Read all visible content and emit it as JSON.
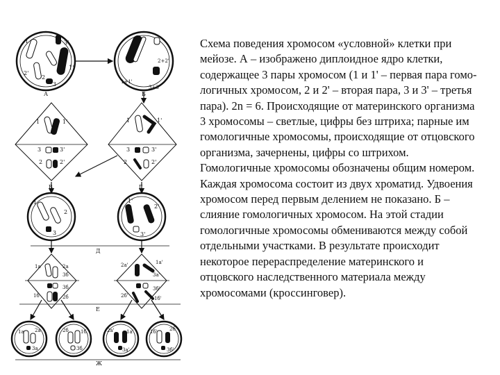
{
  "caption": "Схема поведения хромосом «условной» клетки при мейозе. А – изображено диплоидное ядро клетки, содержащее 3 пары хромосом (1 и 1' – первая пара гомо-логичных хромосом, 2 и 2' – вторая пара, 3 и 3' – третья пара). 2n = 6. Происходящие от материнского организма 3 хромосомы – светлые, цифры без штриха; парные им гомологичные хромосомы, происходящие от отцовского организма, зачернены, цифры со штрихом. Гомологичные хромосомы обозначены общим номером. Каждая хромосома состоит из двух хроматид. Удвоения хромосом перед первым делением не показано. Б – слияние гомологичных хромосом. На этой стадии гомологичные хромосомы обмениваются между собой отдельными участками. В результате происходит некоторое перераспределение материнского и отцовского наследственного материала между хромосомами (кроссинговер).",
  "figure": {
    "stage_labels": {
      "a": "А",
      "b": "Б",
      "v": "В",
      "g": "Г",
      "d": "Д",
      "e": "Е",
      "zh": "Ж"
    },
    "cell_a": {
      "l1": "1",
      "l2": "2",
      "l2p": "2'",
      "l3": "3",
      "l3p": "3'",
      "l1p": "1'"
    },
    "cell_b": {
      "l22": "2+2'",
      "l11": "1+1'",
      "l33": "3+3'"
    },
    "spindle_v": {
      "l1": "1",
      "l1p": "1'",
      "l3": "3",
      "l3p": "3'",
      "l2": "2",
      "l2p": "2'"
    },
    "spindle_g": {
      "l1": "1",
      "l1p": "1'",
      "l2": "2",
      "l2p": "2'",
      "l3": "3",
      "l3p": "3'"
    },
    "cell_d1": {
      "l1": "1",
      "l2": "2",
      "l3": "3"
    },
    "cell_d2": {
      "l1": "1'",
      "l2": "2'",
      "l3": "3'"
    },
    "spindle_e1": {
      "a": "1а",
      "b": "2а",
      "c": "3б",
      "d": "3б",
      "e": "1б",
      "f": "2б"
    },
    "spindle_e2": {
      "a": "2а'",
      "b": "1а'",
      "c": "3а'",
      "d": "3б'",
      "e": "2б'",
      "f": "1б'"
    },
    "final_cells": [
      {
        "l1": "1а",
        "l2": "2а",
        "l3": "3а"
      },
      {
        "l1": "2б",
        "l2": "1б",
        "l3": "3б"
      },
      {
        "l1": "2а'",
        "l2": "1а'",
        "l3": "3а'"
      },
      {
        "l1": "1б'",
        "l2": "2б'",
        "l3": "3б'"
      }
    ]
  }
}
